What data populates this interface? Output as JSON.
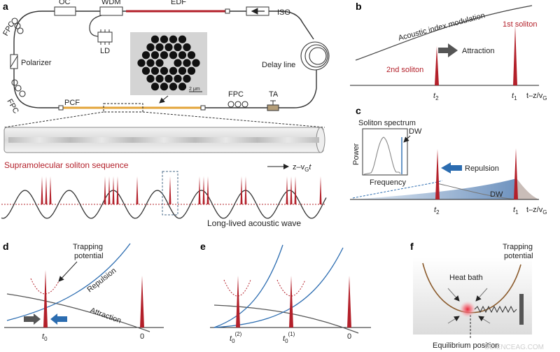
{
  "panels": {
    "a": "a",
    "b": "b",
    "c": "c",
    "d": "d",
    "e": "e",
    "f": "f"
  },
  "panel_a": {
    "oc": "OC",
    "wdm": "WDM",
    "edf": "EDF",
    "iso": "ISO",
    "fpc_top": "FPC",
    "polarizer": "Polarizer",
    "fpc_bottom": "FPC",
    "ld": "LD",
    "delay_line": "Delay line",
    "pcf": "PCF",
    "fpc_right": "FPC",
    "ta": "TA",
    "scale_bar": "2 μm",
    "soliton_sequence": "Supramolecular soliton sequence",
    "axis": "z–v",
    "axis_sub": "G",
    "axis_t": "t",
    "acoustic_wave": "Long-lived acoustic wave"
  },
  "panel_b": {
    "modulation": "Acoustic index modulation",
    "attraction": "Attraction",
    "first": "1st soliton",
    "second": "2nd soliton",
    "t2": "t",
    "t2_sub": "2",
    "t1": "t",
    "t1_sub": "1",
    "axis": "t–z/v",
    "axis_sub": "G"
  },
  "panel_c": {
    "spectrum_title": "Soliton spectrum",
    "power": "Power",
    "frequency": "Frequency",
    "dw_inset": "DW",
    "repulsion": "Repulsion",
    "dw": "DW",
    "t2": "t",
    "t2_sub": "2",
    "t1": "t",
    "t1_sub": "1",
    "axis": "t–z/v",
    "axis_sub": "G"
  },
  "panel_d": {
    "trapping": "Trapping",
    "potential": "potential",
    "repulsion": "Repulsion",
    "attraction": "Attraction",
    "t0": "t",
    "t0_sub": "0",
    "zero": "0"
  },
  "panel_e": {
    "t0_2": "t",
    "t0_2_sub": "0",
    "t0_2_sup": "(2)",
    "t0_1": "t",
    "t0_1_sub": "0",
    "t0_1_sup": "(1)",
    "zero": "0"
  },
  "panel_f": {
    "trapping": "Trapping",
    "potential": "potential",
    "heat_bath": "Heat bath",
    "equilibrium": "Equilibrium position"
  },
  "watermark": "SCIENCEAG.COM",
  "colors": {
    "red": "#b3202a",
    "blue": "#2b6cb0",
    "gray": "#555555",
    "fiber_orange": "#e3a43a",
    "dark": "#222222"
  }
}
